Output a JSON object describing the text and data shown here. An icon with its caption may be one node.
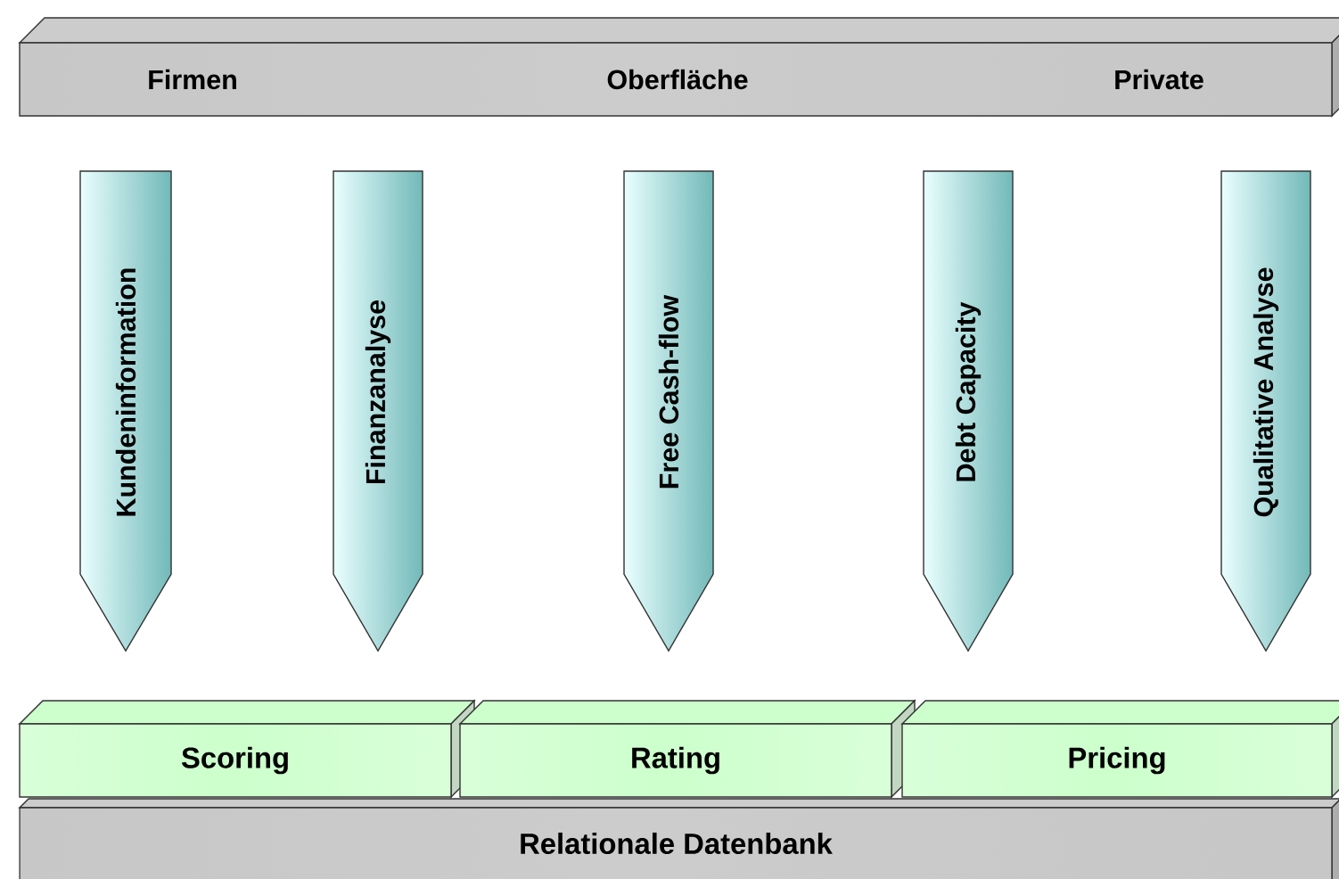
{
  "diagram": {
    "nodes": [
      {
        "text": [
          "Firmen",
          "Oberfläche",
          "Private"
        ]
      },
      {
        "text": [
          "Kundeninformation"
        ]
      },
      {
        "text": [
          "Finanzanalyse"
        ]
      },
      {
        "text": [
          "Free Cash-flow"
        ]
      },
      {
        "text": [
          "Debt Capacity"
        ]
      },
      {
        "text": [
          "Qualitative Analyse"
        ]
      },
      {
        "text": [
          "Scoring"
        ]
      },
      {
        "text": [
          "Rating"
        ]
      },
      {
        "text": [
          "Pricing"
        ]
      },
      {
        "text": [
          "Relationale Datenbank"
        ]
      }
    ],
    "edges": []
  }
}
